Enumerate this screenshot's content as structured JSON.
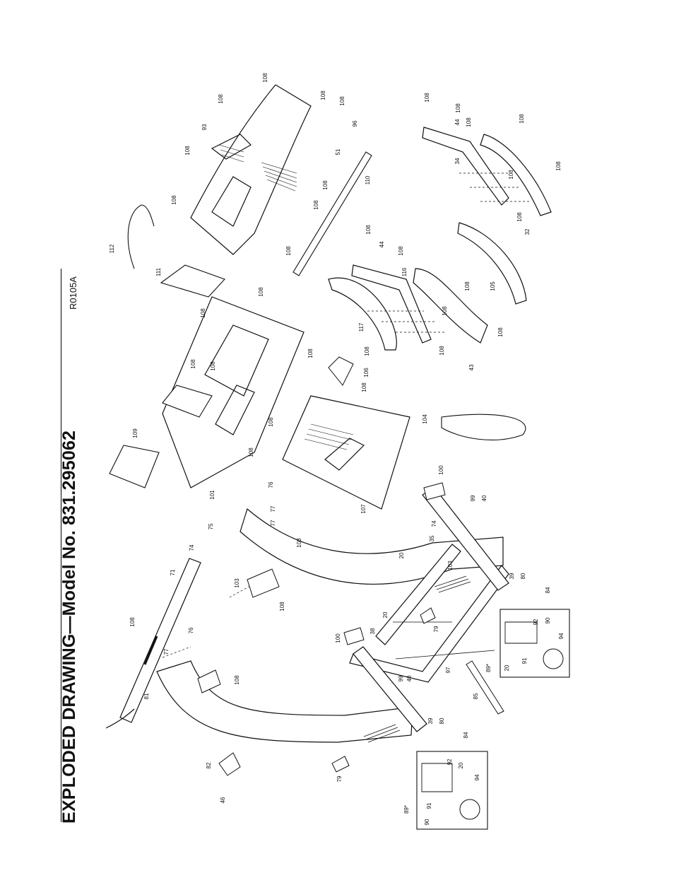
{
  "header": {
    "title": "EXPLODED DRAWING—Model No. 831.295062",
    "drawing_ref": "R0105A"
  },
  "callouts": [
    {
      "id": "c1",
      "text": "108"
    },
    {
      "id": "c2",
      "text": "108"
    },
    {
      "id": "c3",
      "text": "108"
    },
    {
      "id": "c4",
      "text": "108"
    },
    {
      "id": "c5",
      "text": "93"
    },
    {
      "id": "c6",
      "text": "96"
    },
    {
      "id": "c7",
      "text": "51"
    },
    {
      "id": "c8",
      "text": "108"
    },
    {
      "id": "c9",
      "text": "108"
    },
    {
      "id": "c10",
      "text": "108"
    },
    {
      "id": "c11",
      "text": "108"
    },
    {
      "id": "c12",
      "text": "108"
    },
    {
      "id": "c13",
      "text": "110"
    },
    {
      "id": "c14",
      "text": "112"
    },
    {
      "id": "c15",
      "text": "111"
    },
    {
      "id": "c16",
      "text": "108"
    },
    {
      "id": "c17",
      "text": "108"
    },
    {
      "id": "c18",
      "text": "44"
    },
    {
      "id": "c19",
      "text": "108"
    },
    {
      "id": "c20",
      "text": "108"
    },
    {
      "id": "c21",
      "text": "34"
    },
    {
      "id": "c22",
      "text": "108"
    },
    {
      "id": "c23",
      "text": "108"
    },
    {
      "id": "c24",
      "text": "108"
    },
    {
      "id": "c25",
      "text": "32"
    },
    {
      "id": "c26",
      "text": "105"
    },
    {
      "id": "c27",
      "text": "108"
    },
    {
      "id": "c28",
      "text": "44"
    },
    {
      "id": "c29",
      "text": "108"
    },
    {
      "id": "c30",
      "text": "116"
    },
    {
      "id": "c31",
      "text": "117"
    },
    {
      "id": "c32",
      "text": "108"
    },
    {
      "id": "c33",
      "text": "108"
    },
    {
      "id": "c34",
      "text": "108"
    },
    {
      "id": "c35",
      "text": "108"
    },
    {
      "id": "c36",
      "text": "43"
    },
    {
      "id": "c37",
      "text": "108"
    },
    {
      "id": "c38",
      "text": "108"
    },
    {
      "id": "c39",
      "text": "108"
    },
    {
      "id": "c40",
      "text": "108"
    },
    {
      "id": "c41",
      "text": "108"
    },
    {
      "id": "c42",
      "text": "106"
    },
    {
      "id": "c43",
      "text": "108"
    },
    {
      "id": "c44",
      "text": "108"
    },
    {
      "id": "c45",
      "text": "109"
    },
    {
      "id": "c46",
      "text": "101"
    },
    {
      "id": "c47",
      "text": "108"
    },
    {
      "id": "c48",
      "text": "108"
    },
    {
      "id": "c49",
      "text": "104"
    },
    {
      "id": "c50",
      "text": "107"
    },
    {
      "id": "c51",
      "text": "100"
    },
    {
      "id": "c52",
      "text": "99"
    },
    {
      "id": "c53",
      "text": "40"
    },
    {
      "id": "c54",
      "text": "76"
    },
    {
      "id": "c55",
      "text": "75"
    },
    {
      "id": "c56",
      "text": "77"
    },
    {
      "id": "c57",
      "text": "77"
    },
    {
      "id": "c58",
      "text": "108"
    },
    {
      "id": "c59",
      "text": "74"
    },
    {
      "id": "c60",
      "text": "74"
    },
    {
      "id": "c61",
      "text": "35"
    },
    {
      "id": "c62",
      "text": "20"
    },
    {
      "id": "c63",
      "text": "103"
    },
    {
      "id": "c64",
      "text": "71"
    },
    {
      "id": "c65",
      "text": "103"
    },
    {
      "id": "c66",
      "text": "108"
    },
    {
      "id": "c67",
      "text": "39"
    },
    {
      "id": "c68",
      "text": "80"
    },
    {
      "id": "c69",
      "text": "84"
    },
    {
      "id": "c70",
      "text": "108"
    },
    {
      "id": "c71",
      "text": "76"
    },
    {
      "id": "c72",
      "text": "20"
    },
    {
      "id": "c73",
      "text": "100"
    },
    {
      "id": "c74",
      "text": "38"
    },
    {
      "id": "c75",
      "text": "79"
    },
    {
      "id": "c76",
      "text": "92"
    },
    {
      "id": "c77",
      "text": "90"
    },
    {
      "id": "c78",
      "text": "94"
    },
    {
      "id": "c79",
      "text": "91"
    },
    {
      "id": "c80",
      "text": "20"
    },
    {
      "id": "c81",
      "text": "89*"
    },
    {
      "id": "c82",
      "text": "77"
    },
    {
      "id": "c83",
      "text": "108"
    },
    {
      "id": "c84",
      "text": "81"
    },
    {
      "id": "c85",
      "text": "99"
    },
    {
      "id": "c86",
      "text": "40"
    },
    {
      "id": "c87",
      "text": "97"
    },
    {
      "id": "c88",
      "text": "85"
    },
    {
      "id": "c89",
      "text": "39"
    },
    {
      "id": "c90",
      "text": "80"
    },
    {
      "id": "c91",
      "text": "84"
    },
    {
      "id": "c92",
      "text": "82"
    },
    {
      "id": "c93",
      "text": "46"
    },
    {
      "id": "c94",
      "text": "79"
    },
    {
      "id": "c95",
      "text": "92"
    },
    {
      "id": "c96",
      "text": "20"
    },
    {
      "id": "c97",
      "text": "94"
    },
    {
      "id": "c98",
      "text": "90"
    },
    {
      "id": "c99",
      "text": "91"
    },
    {
      "id": "c100",
      "text": "89*"
    }
  ]
}
